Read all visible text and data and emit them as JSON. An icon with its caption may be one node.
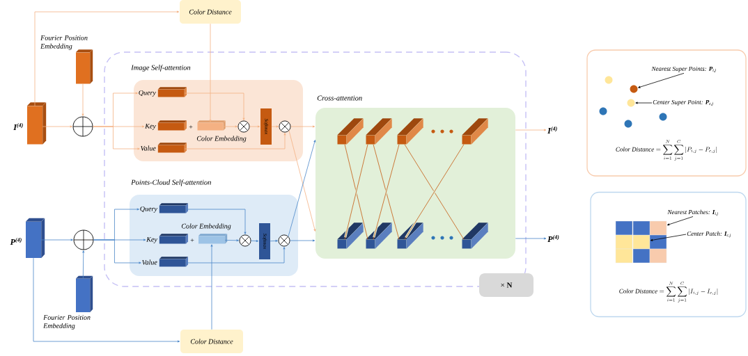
{
  "diagram": {
    "nodes": [
      {
        "text": [],
        "shape": "bar",
        "beside": [
          "I$^{(4)}$"
        ]
      },
      {
        "text": [],
        "shape": "bar",
        "beside": [
          "Fourier Position Embedding"
        ]
      },
      {
        "text": [],
        "shape": "circle"
      },
      {
        "text": [
          "Color Distance"
        ]
      },
      {
        "text": [],
        "shape": "box"
      },
      {
        "text": [
          "Image Self-attention"
        ],
        "in": 4
      },
      {
        "text": [
          "Query"
        ],
        "in": 5
      },
      {
        "text": [
          "Key"
        ],
        "in": 5
      },
      {
        "text": [
          "Value"
        ],
        "in": 5
      },
      {
        "text": [],
        "shape": "bar",
        "beside": [
          "Color Embedding"
        ],
        "in": 5
      },
      {
        "text": [],
        "shape": "circle",
        "in": 5
      },
      {
        "text": [
          "Softmax"
        ],
        "in": 5
      },
      {
        "text": [],
        "shape": "circle",
        "in": 5
      },
      {
        "text": [
          "Cross-attention"
        ],
        "in": 4
      },
      {
        "text": [],
        "shape": "bar",
        "in": 13
      },
      {
        "text": [],
        "shape": "bar",
        "in": 13
      },
      {
        "text": [],
        "shape": "bar",
        "in": 13
      },
      {
        "text": [],
        "shape": "bar",
        "in": 13
      },
      {
        "text": [],
        "shape": "bar",
        "in": 13
      },
      {
        "text": [],
        "shape": "bar",
        "in": 13
      },
      {
        "text": [],
        "shape": "bar",
        "in": 13
      },
      {
        "text": [],
        "shape": "bar",
        "in": 13
      },
      {
        "text": [
          "Points-Cloud Self-attention"
        ],
        "in": 4
      },
      {
        "text": [
          "Query"
        ],
        "in": 22
      },
      {
        "text": [
          "Key"
        ],
        "in": 22
      },
      {
        "text": [
          "Value"
        ],
        "in": 22
      },
      {
        "text": [],
        "shape": "bar",
        "beside": [
          "Color Embedding"
        ],
        "in": 22
      },
      {
        "text": [],
        "shape": "circle",
        "in": 22
      },
      {
        "text": [
          "Softmax"
        ],
        "in": 22
      },
      {
        "text": [],
        "shape": "circle",
        "in": 22
      },
      {
        "text": [],
        "shape": "bar",
        "beside": [
          "P$^{(4)}$"
        ]
      },
      {
        "text": [],
        "shape": "bar",
        "beside": [
          "Fourier Position Embedding"
        ]
      },
      {
        "text": [],
        "shape": "circle"
      },
      {
        "text": [
          "Color Distance"
        ]
      },
      {
        "text": [
          "× **N**"
        ]
      },
      {
        "text": [
          "I$^{(4)}$"
        ]
      },
      {
        "text": [
          "P$^{(4)}$"
        ]
      },
      {
        "text": [
          "\\mathit{Color\\ Distance} = \\sum_{i=1}^{N}\\sum_{j=1}^{C}|P_{i,j} - P_{c,j}|"
        ]
      },
      {
        "text": [
          "Nearest Super Points: **P**$_{i,j}$"
        ],
        "in": 37
      },
      {
        "text": [],
        "shape": "circle",
        "in": 37
      },
      {
        "text": [
          "Center Super Point: **P**$_{c,j}$"
        ],
        "in": 37
      },
      {
        "text": [],
        "shape": "circle",
        "in": 37
      },
      {
        "text": [
          "\\mathit{Color\\ Distance} = \\sum_{i=1}^{N}\\sum_{j=1}^{C}|I_{i,j} - I_{c,j}|"
        ]
      },
      {
        "text": [
          "Nearest Patches: **I**$_{i,j}$"
        ],
        "in": 42
      },
      {
        "text": [],
        "shape": "box",
        "in": 42
      },
      {
        "text": [
          "Center Patch: **I**$_{c,j}$"
        ],
        "in": 42
      },
      {
        "text": [],
        "shape": "box",
        "in": 42
      }
    ],
    "edges": [
      {
        "from": 0,
        "to": 3,
        "arrow": "to",
        "color": "#f4b183"
      },
      {
        "from": 0,
        "to": 2,
        "arrow": "to",
        "color": "#f4b183"
      },
      {
        "from": 1,
        "to": 2,
        "arrow": "to",
        "color": "#f4b183"
      },
      {
        "from": 2,
        "to": 6,
        "arrow": "to",
        "color": "#f4b183"
      },
      {
        "from": 2,
        "to": 7,
        "arrow": "to",
        "color": "#f4b183"
      },
      {
        "from": 2,
        "to": 8,
        "arrow": "to",
        "color": "#f4b183"
      },
      {
        "from": 3,
        "to": 9,
        "arrow": "to",
        "color": "#f4b183"
      },
      {
        "from": 6,
        "to": 10,
        "arrow": "to",
        "color": "#f4b183"
      },
      {
        "from": 9,
        "to": 10,
        "arrow": "to",
        "color": "#f4b183"
      },
      {
        "from": 10,
        "to": 11,
        "arrow": "to",
        "color": "#f4b183"
      },
      {
        "from": 11,
        "to": 12,
        "arrow": "to",
        "color": "#f4b183"
      },
      {
        "from": 8,
        "to": 12,
        "arrow": "to",
        "color": "#f4b183"
      },
      {
        "from": 12,
        "to": 13,
        "arrow": "to",
        "color": "#f4b183"
      },
      {
        "from": 12,
        "to": 13,
        "arrow": "to",
        "color": "#f4b183"
      },
      {
        "from": 14,
        "to": 19,
        "arrow": "none",
        "color": "#c55a11"
      },
      {
        "from": 15,
        "to": 18,
        "arrow": "none",
        "color": "#c55a11"
      },
      {
        "from": 15,
        "to": 20,
        "arrow": "none",
        "color": "#c55a11"
      },
      {
        "from": 16,
        "to": 19,
        "arrow": "none",
        "color": "#c55a11"
      },
      {
        "from": 16,
        "to": 21,
        "arrow": "none",
        "color": "#c55a11"
      },
      {
        "from": 17,
        "to": 20,
        "arrow": "none",
        "color": "#c55a11"
      },
      {
        "from": 13,
        "to": 35,
        "arrow": "to",
        "color": "#f4b183"
      },
      {
        "from": 13,
        "to": 36,
        "arrow": "to",
        "color": "#4a86c8"
      },
      {
        "from": 30,
        "to": 32,
        "arrow": "to",
        "color": "#4a86c8"
      },
      {
        "from": 31,
        "to": 32,
        "arrow": "to",
        "color": "#4a86c8"
      },
      {
        "from": 32,
        "to": 23,
        "arrow": "to",
        "color": "#4a86c8"
      },
      {
        "from": 32,
        "to": 24,
        "arrow": "to",
        "color": "#4a86c8"
      },
      {
        "from": 32,
        "to": 25,
        "arrow": "to",
        "color": "#4a86c8"
      },
      {
        "from": 30,
        "to": 33,
        "arrow": "to",
        "color": "#4a86c8"
      },
      {
        "from": 33,
        "to": 26,
        "arrow": "to",
        "color": "#4a86c8"
      },
      {
        "from": 23,
        "to": 27,
        "arrow": "to",
        "color": "#4a86c8"
      },
      {
        "from": 26,
        "to": 27,
        "arrow": "to",
        "color": "#4a86c8"
      },
      {
        "from": 27,
        "to": 28,
        "arrow": "to",
        "color": "#4a86c8"
      },
      {
        "from": 28,
        "to": 29,
        "arrow": "to",
        "color": "#4a86c8"
      },
      {
        "from": 25,
        "to": 29,
        "arrow": "to",
        "color": "#4a86c8"
      },
      {
        "from": 29,
        "to": 13,
        "arrow": "to",
        "color": "#4a86c8"
      },
      {
        "from": 29,
        "to": 13,
        "arrow": "to",
        "color": "#4a86c8"
      },
      {
        "from": 38,
        "to": 39,
        "arrow": "to",
        "color": "#000000"
      },
      {
        "from": 40,
        "to": 41,
        "arrow": "to",
        "color": "#000000"
      },
      {
        "from": 43,
        "to": 44,
        "arrow": "to",
        "color": "#000000"
      },
      {
        "from": 45,
        "to": 46,
        "arrow": "to",
        "color": "#000000"
      }
    ],
    "labels": [
      "+",
      "+"
    ]
  }
}
